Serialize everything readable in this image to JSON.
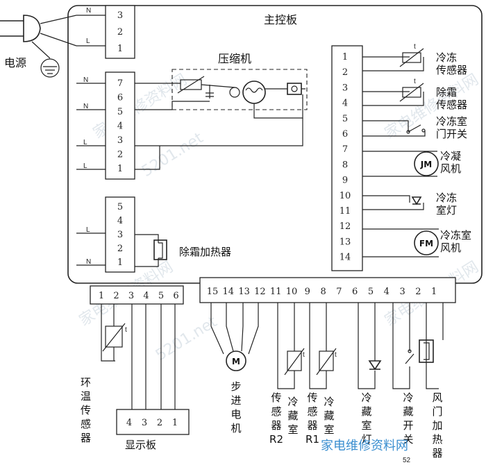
{
  "board": {
    "title": "主控板"
  },
  "power": {
    "label": "电源",
    "n": "N",
    "l": "L",
    "pins": [
      "3",
      "2",
      "1"
    ]
  },
  "compressor": {
    "label": "压缩机",
    "side_labels": [
      "N",
      "N",
      "L",
      "L"
    ],
    "pins": [
      "7",
      "6",
      "5",
      "4",
      "3",
      "2",
      "1"
    ]
  },
  "defrost_heater": {
    "label": "除霜加热器",
    "side_labels": [
      "L",
      "N"
    ],
    "pins": [
      "5",
      "4",
      "3",
      "2",
      "1"
    ]
  },
  "right_connector": {
    "pins": [
      "1",
      "2",
      "3",
      "4",
      "5",
      "6",
      "7",
      "8",
      "9",
      "10",
      "11",
      "12",
      "13",
      "14"
    ],
    "devices": [
      {
        "line1": "冷冻",
        "line2": "传感器"
      },
      {
        "line1": "除霜",
        "line2": "传感器"
      },
      {
        "line1": "冷冻室",
        "line2": "门开关"
      },
      {
        "line1": "冷凝",
        "line2": "风机",
        "motor": "JM"
      },
      {
        "line1": "冷冻",
        "line2": "室灯"
      },
      {
        "line1": "冷冻室",
        "line2": "风机",
        "motor": "FM"
      }
    ],
    "thermistor_mark": "t"
  },
  "bottom_left_connector": {
    "pins": [
      "1",
      "2",
      "3",
      "4",
      "5",
      "6"
    ]
  },
  "ambient_sensor": {
    "chars": [
      "环",
      "温",
      "传",
      "感",
      "器"
    ],
    "mark": "t"
  },
  "display_board": {
    "label": "显示板",
    "pins": [
      "4",
      "3",
      "2",
      "1"
    ]
  },
  "bottom_right_connector": {
    "pins": [
      "15",
      "14",
      "13",
      "12",
      "11",
      "10",
      "9",
      "8",
      "7",
      "6",
      "5",
      "4",
      "3",
      "2",
      "1"
    ]
  },
  "stepper": {
    "motor": "M",
    "chars": [
      "步",
      "进",
      "电",
      "机"
    ]
  },
  "fridge_sensor_r2": {
    "chars": [
      "传",
      "感",
      "器",
      "R2"
    ],
    "top_chars": [
      "冷",
      "藏",
      "室"
    ],
    "mark": "t"
  },
  "fridge_sensor_r1": {
    "chars": [
      "传",
      "感",
      "器",
      "R1"
    ],
    "top_chars": [
      "冷",
      "藏",
      "室"
    ],
    "mark": "t"
  },
  "fridge_lamp": {
    "chars": [
      "冷",
      "藏",
      "室",
      "灯"
    ]
  },
  "fridge_switch": {
    "chars": [
      "冷",
      "藏",
      "开",
      "关"
    ]
  },
  "damper_heater": {
    "chars": [
      "风",
      "门",
      "加",
      "热",
      "器"
    ]
  },
  "watermark": {
    "site": "家电维修资料网",
    "url": "5201.net",
    "tail": "52"
  },
  "colors": {
    "ink": "#222222",
    "watermark": "#c9d4dd",
    "brand": "#3b8fd0"
  }
}
